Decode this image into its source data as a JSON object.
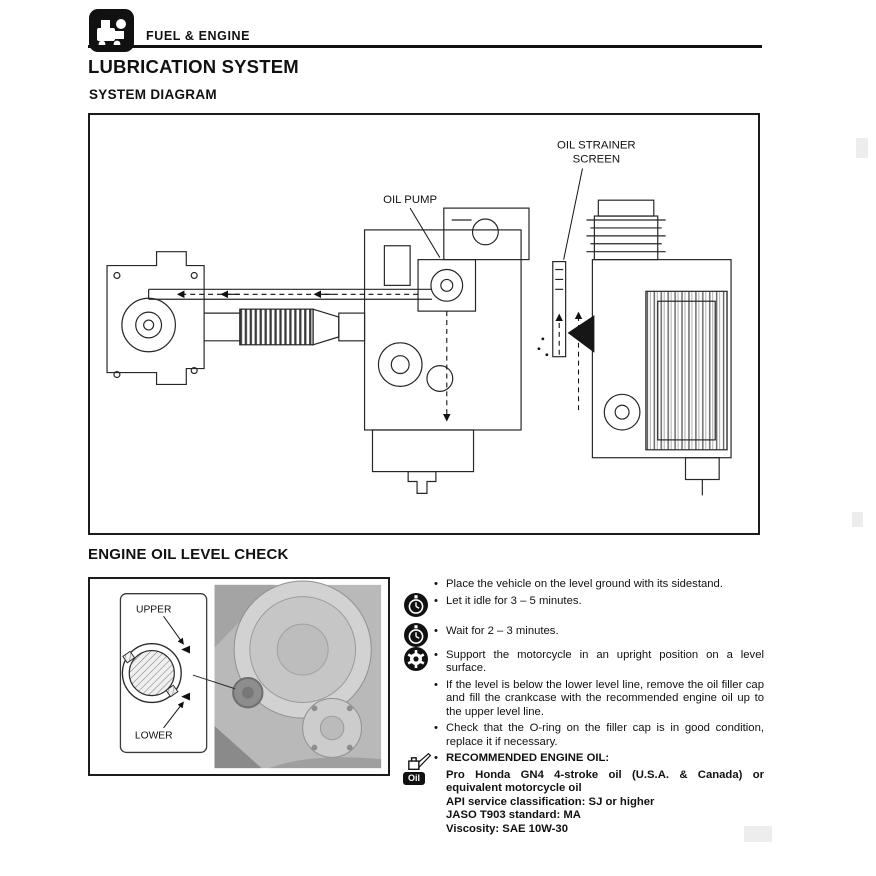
{
  "ui": {
    "bullet": "•"
  },
  "header": {
    "section_label": "FUEL & ENGINE"
  },
  "titles": {
    "page_title": "LUBRICATION SYSTEM",
    "diagram_title": "SYSTEM DIAGRAM",
    "oil_check_title": "ENGINE OIL LEVEL CHECK"
  },
  "diagram": {
    "oil_pump_label": "OIL PUMP",
    "strainer_label_1": "OIL STRAINER",
    "strainer_label_2": "SCREEN"
  },
  "level_figure": {
    "upper": "UPPER",
    "lower": "LOWER"
  },
  "steps": [
    {
      "text": "Place the vehicle on the level ground with its sidestand."
    },
    {
      "text": "Let it idle for 3 – 5 minutes.",
      "icon": "stopwatch-icon"
    },
    {
      "text": "Wait for 2 – 3 minutes.",
      "icon": "stopwatch-icon"
    },
    {
      "text": "Support the motorcycle in an upright position on a level surface.",
      "icon": "gear-icon"
    },
    {
      "text": "If the level is below the lower level line, remove the oil filler cap and fill the crankcase with the recommended engine oil up to the upper level line."
    },
    {
      "text": "Check that the O-ring on the filler cap is in good condition, replace it if necessary."
    }
  ],
  "oil_spec": {
    "heading": "RECOMMENDED ENGINE OIL:",
    "icon": "oil-can-icon",
    "icon_label": "Oil",
    "lines": [
      "Pro Honda GN4 4-stroke oil (U.S.A. & Canada) or equivalent motorcycle oil",
      "API service classification: SJ or higher",
      "JASO T903 standard: MA",
      "Viscosity: SAE 10W-30"
    ]
  }
}
